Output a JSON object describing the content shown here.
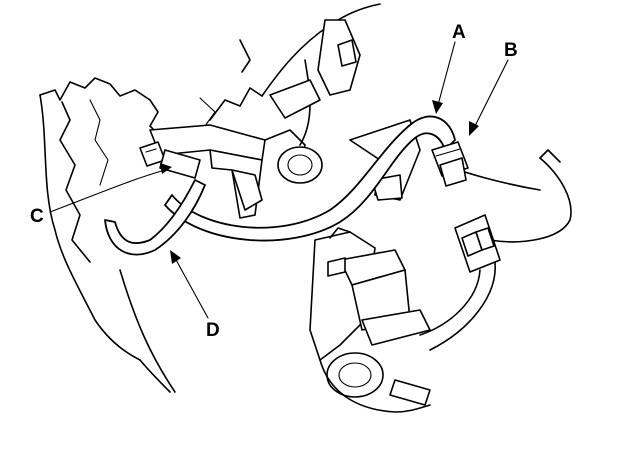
{
  "diagram": {
    "labels": {
      "a": "A",
      "b": "B",
      "c": "C",
      "d": "D"
    },
    "colors": {
      "ink": "#000000",
      "paper": "#ffffff"
    }
  }
}
